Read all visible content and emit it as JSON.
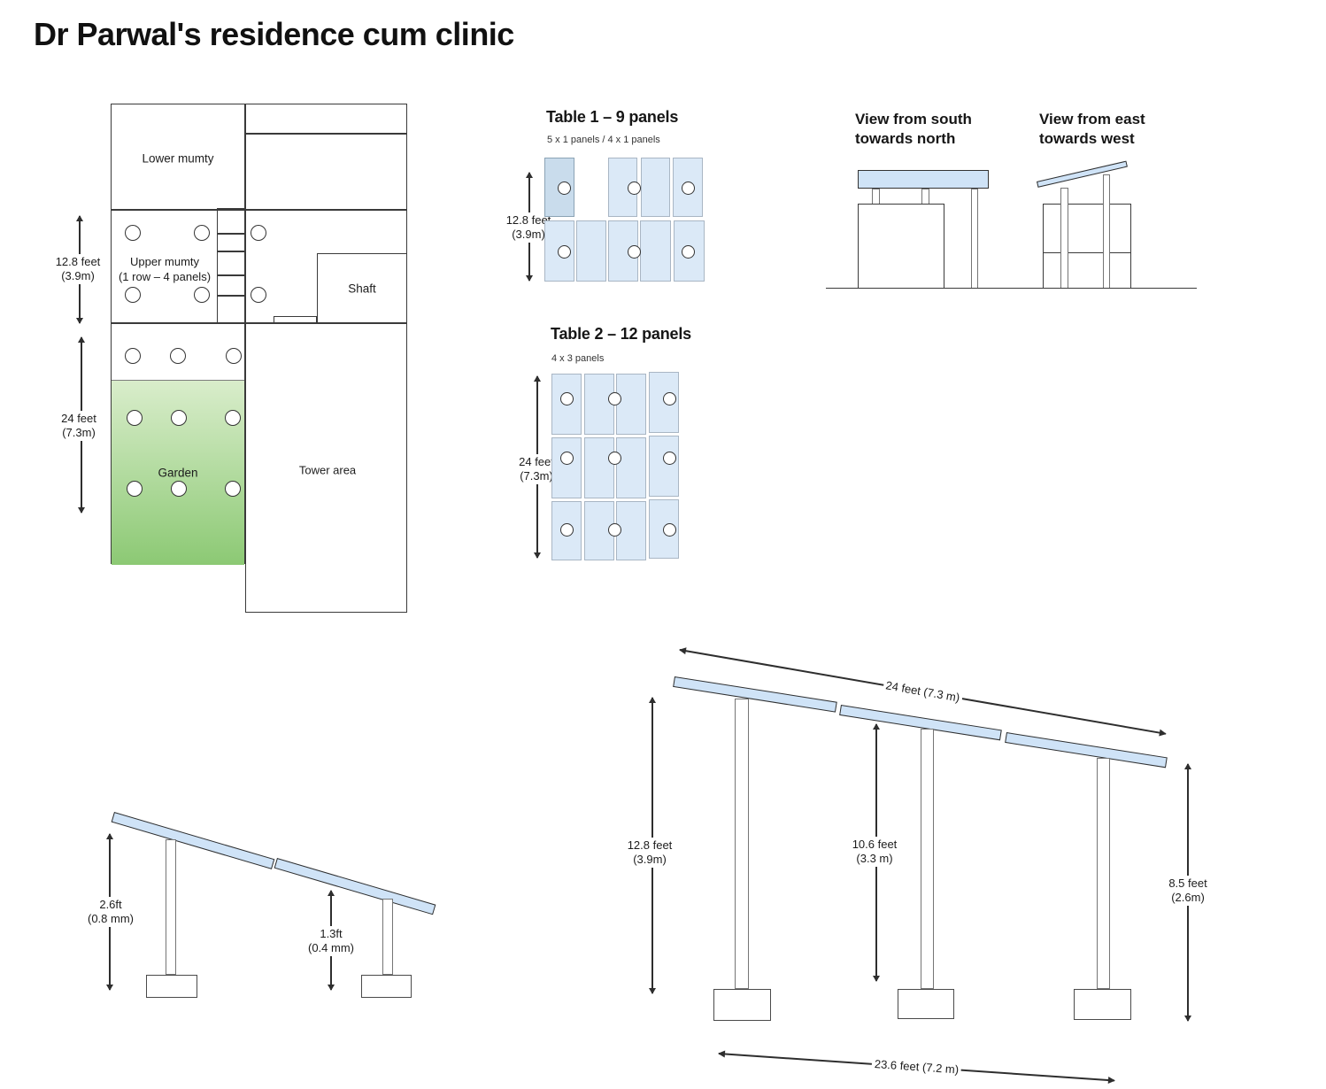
{
  "title": "Dr Parwal's residence cum clinic",
  "floor_plan": {
    "lower_mumty": "Lower mumty",
    "upper_mumty_line1": "Upper mumty",
    "upper_mumty_line2": "(1 row – 4 panels)",
    "shaft": "Shaft",
    "garden": "Garden",
    "tower_area": "Tower area",
    "dim_height_line1": "12.8 feet",
    "dim_height_line2": "(3.9m)",
    "dim_garden_line1": "24 feet",
    "dim_garden_line2": "(7.3m)"
  },
  "table1": {
    "title": "Table 1 – 9 panels",
    "subtitle": "5 x 1 panels / 4 x 1 panels",
    "dim_line1": "12.8 feet",
    "dim_line2": "(3.9m)"
  },
  "table2": {
    "title": "Table 2 – 12 panels",
    "subtitle": "4 x 3 panels",
    "dim_line1": "24 feet",
    "dim_line2": "(7.3m)"
  },
  "views": {
    "south_line1": "View from south",
    "south_line2": "towards north",
    "east_line1": "View from east",
    "east_line2": "towards west"
  },
  "low_mount": {
    "front_dim_line1": "2.6ft",
    "front_dim_line2": "(0.8 mm)",
    "rear_dim_line1": "1.3ft",
    "rear_dim_line2": "(0.4 mm)"
  },
  "elevation": {
    "slope_dim": "24 feet (7.3 m)",
    "left_dim_line1": "12.8 feet",
    "left_dim_line2": "(3.9m)",
    "mid_dim_line1": "10.6 feet",
    "mid_dim_line2": "(3.3 m)",
    "right_dim_line1": "8.5 feet",
    "right_dim_line2": "(2.6m)",
    "bottom_dim": "23.6 feet (7.2 m)"
  },
  "colors": {
    "panel_fill": "#dbe9f7",
    "panel_fill_highlight": "#c9dcec",
    "panel_outline": "#a9b6c4",
    "elevation_panel_fill": "#cfe3f7",
    "garden_top": "#d9edcb",
    "garden_bottom": "#8cc974",
    "line": "#3a3a3a"
  }
}
